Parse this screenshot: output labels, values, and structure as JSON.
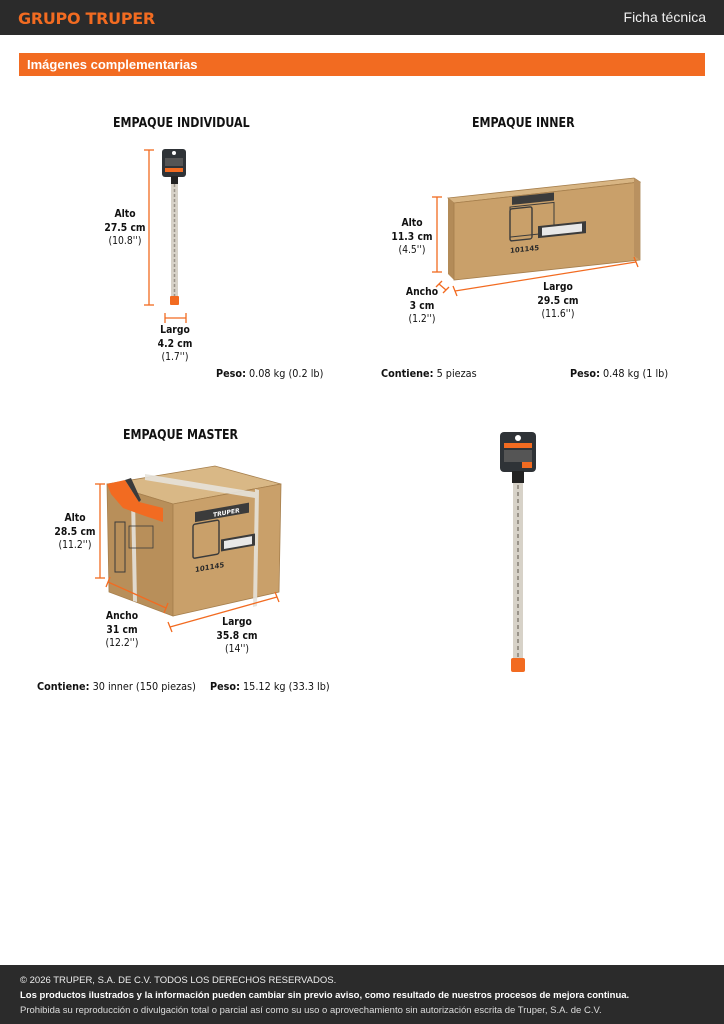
{
  "header": {
    "brand": "GRUPO TRUPER",
    "right_title": "Ficha técnica"
  },
  "section": {
    "title": "Imágenes complementarias"
  },
  "individual": {
    "title": "EMPAQUE INDIVIDUAL",
    "alto": {
      "label": "Alto",
      "cm": "27.5 cm",
      "in": "(10.8'')"
    },
    "largo": {
      "label": "Largo",
      "cm": "4.2 cm",
      "in": "(1.7'')"
    },
    "peso_label": "Peso:",
    "peso_value": "0.08 kg (0.2 lb)"
  },
  "inner": {
    "title": "EMPAQUE INNER",
    "alto": {
      "label": "Alto",
      "cm": "11.3 cm",
      "in": "(4.5'')"
    },
    "ancho": {
      "label": "Ancho",
      "cm": "3 cm",
      "in": "(1.2'')"
    },
    "largo": {
      "label": "Largo",
      "cm": "29.5 cm",
      "in": "(11.6'')"
    },
    "contiene_label": "Contiene:",
    "contiene_value": "5 piezas",
    "peso_label": "Peso:",
    "peso_value": "0.48 kg (1 lb)",
    "box_code": "101145"
  },
  "master": {
    "title": "EMPAQUE MASTER",
    "alto": {
      "label": "Alto",
      "cm": "28.5 cm",
      "in": "(11.2'')"
    },
    "ancho": {
      "label": "Ancho",
      "cm": "31 cm",
      "in": "(12.2'')"
    },
    "largo": {
      "label": "Largo",
      "cm": "35.8 cm",
      "in": "(14'')"
    },
    "contiene_label": "Contiene:",
    "contiene_value": "30 inner (150 piezas)",
    "peso_label": "Peso:",
    "peso_value": "15.12 kg (33.3 lb)",
    "box_code": "101145",
    "box_brand": "TRUPER"
  },
  "footer": {
    "line1": "© 2026 TRUPER, S.A. DE C.V. TODOS LOS DERECHOS RESERVADOS.",
    "line2": "Los productos ilustrados y la información pueden cambiar sin previo aviso, como resultado de nuestros procesos de mejora continua.",
    "line3": "Prohibida su reproducción o divulgación total o parcial así como su uso o aprovechamiento sin autorización escrita de Truper, S.A. de C.V."
  },
  "colors": {
    "accent": "#f26b21",
    "dark": "#2b2b2b",
    "cardboard": "#c9a06a"
  }
}
